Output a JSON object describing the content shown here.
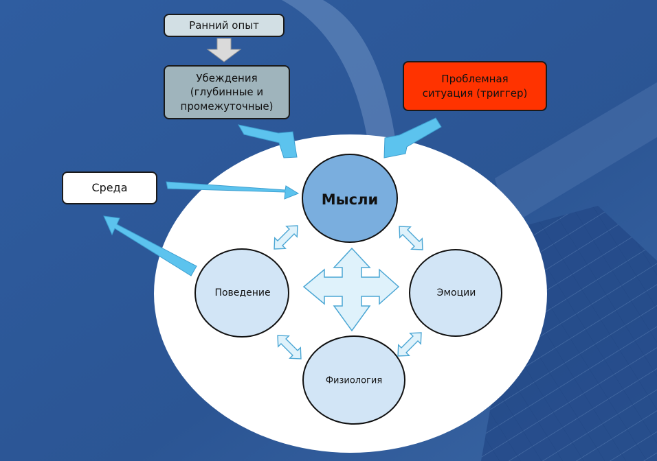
{
  "boxes": {
    "early_experience": "Ранний опыт",
    "beliefs": "Убеждения\n(глубинные и\nпромежуточные)",
    "trigger": "Проблемная\nситуация (триггер)",
    "environment": "Среда"
  },
  "nodes": {
    "thoughts": "Мысли",
    "behavior": "Поведение",
    "emotions": "Эмоции",
    "physiology": "Физиология"
  },
  "colors": {
    "background": "#2e5a9c",
    "trigger_fill": "#ff3300",
    "beliefs_fill": "#9fb4bc",
    "early_fill": "#d2dfe4",
    "thoughts_fill": "#7aaede",
    "node_fill": "#d2e5f6",
    "arrow_fill": "#5cc3ee",
    "inner_arrow_fill": "#dff2fb"
  }
}
